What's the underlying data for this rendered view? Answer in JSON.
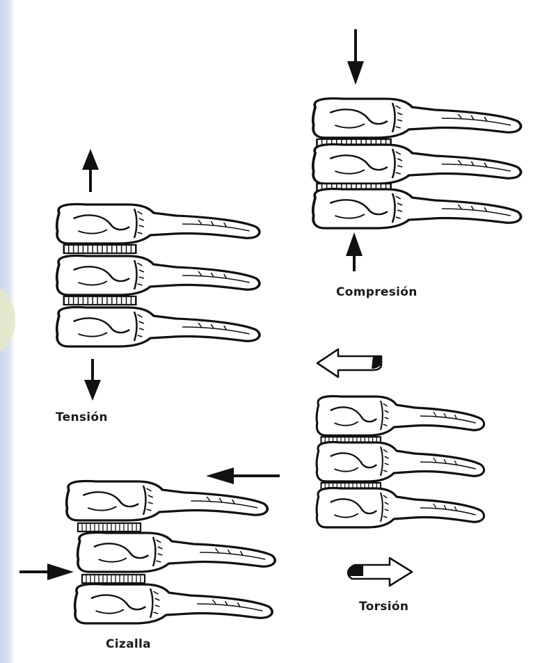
{
  "labels": {
    "compression": "Compresión",
    "tension": "Tensión",
    "torsion": "Torsión",
    "shear": "Cizalla"
  },
  "colors": {
    "ink": "#111111",
    "bone_fill": "#ffffff",
    "slide_edge": "#c9d6ec",
    "accent_circle": "#e4e8c8"
  }
}
